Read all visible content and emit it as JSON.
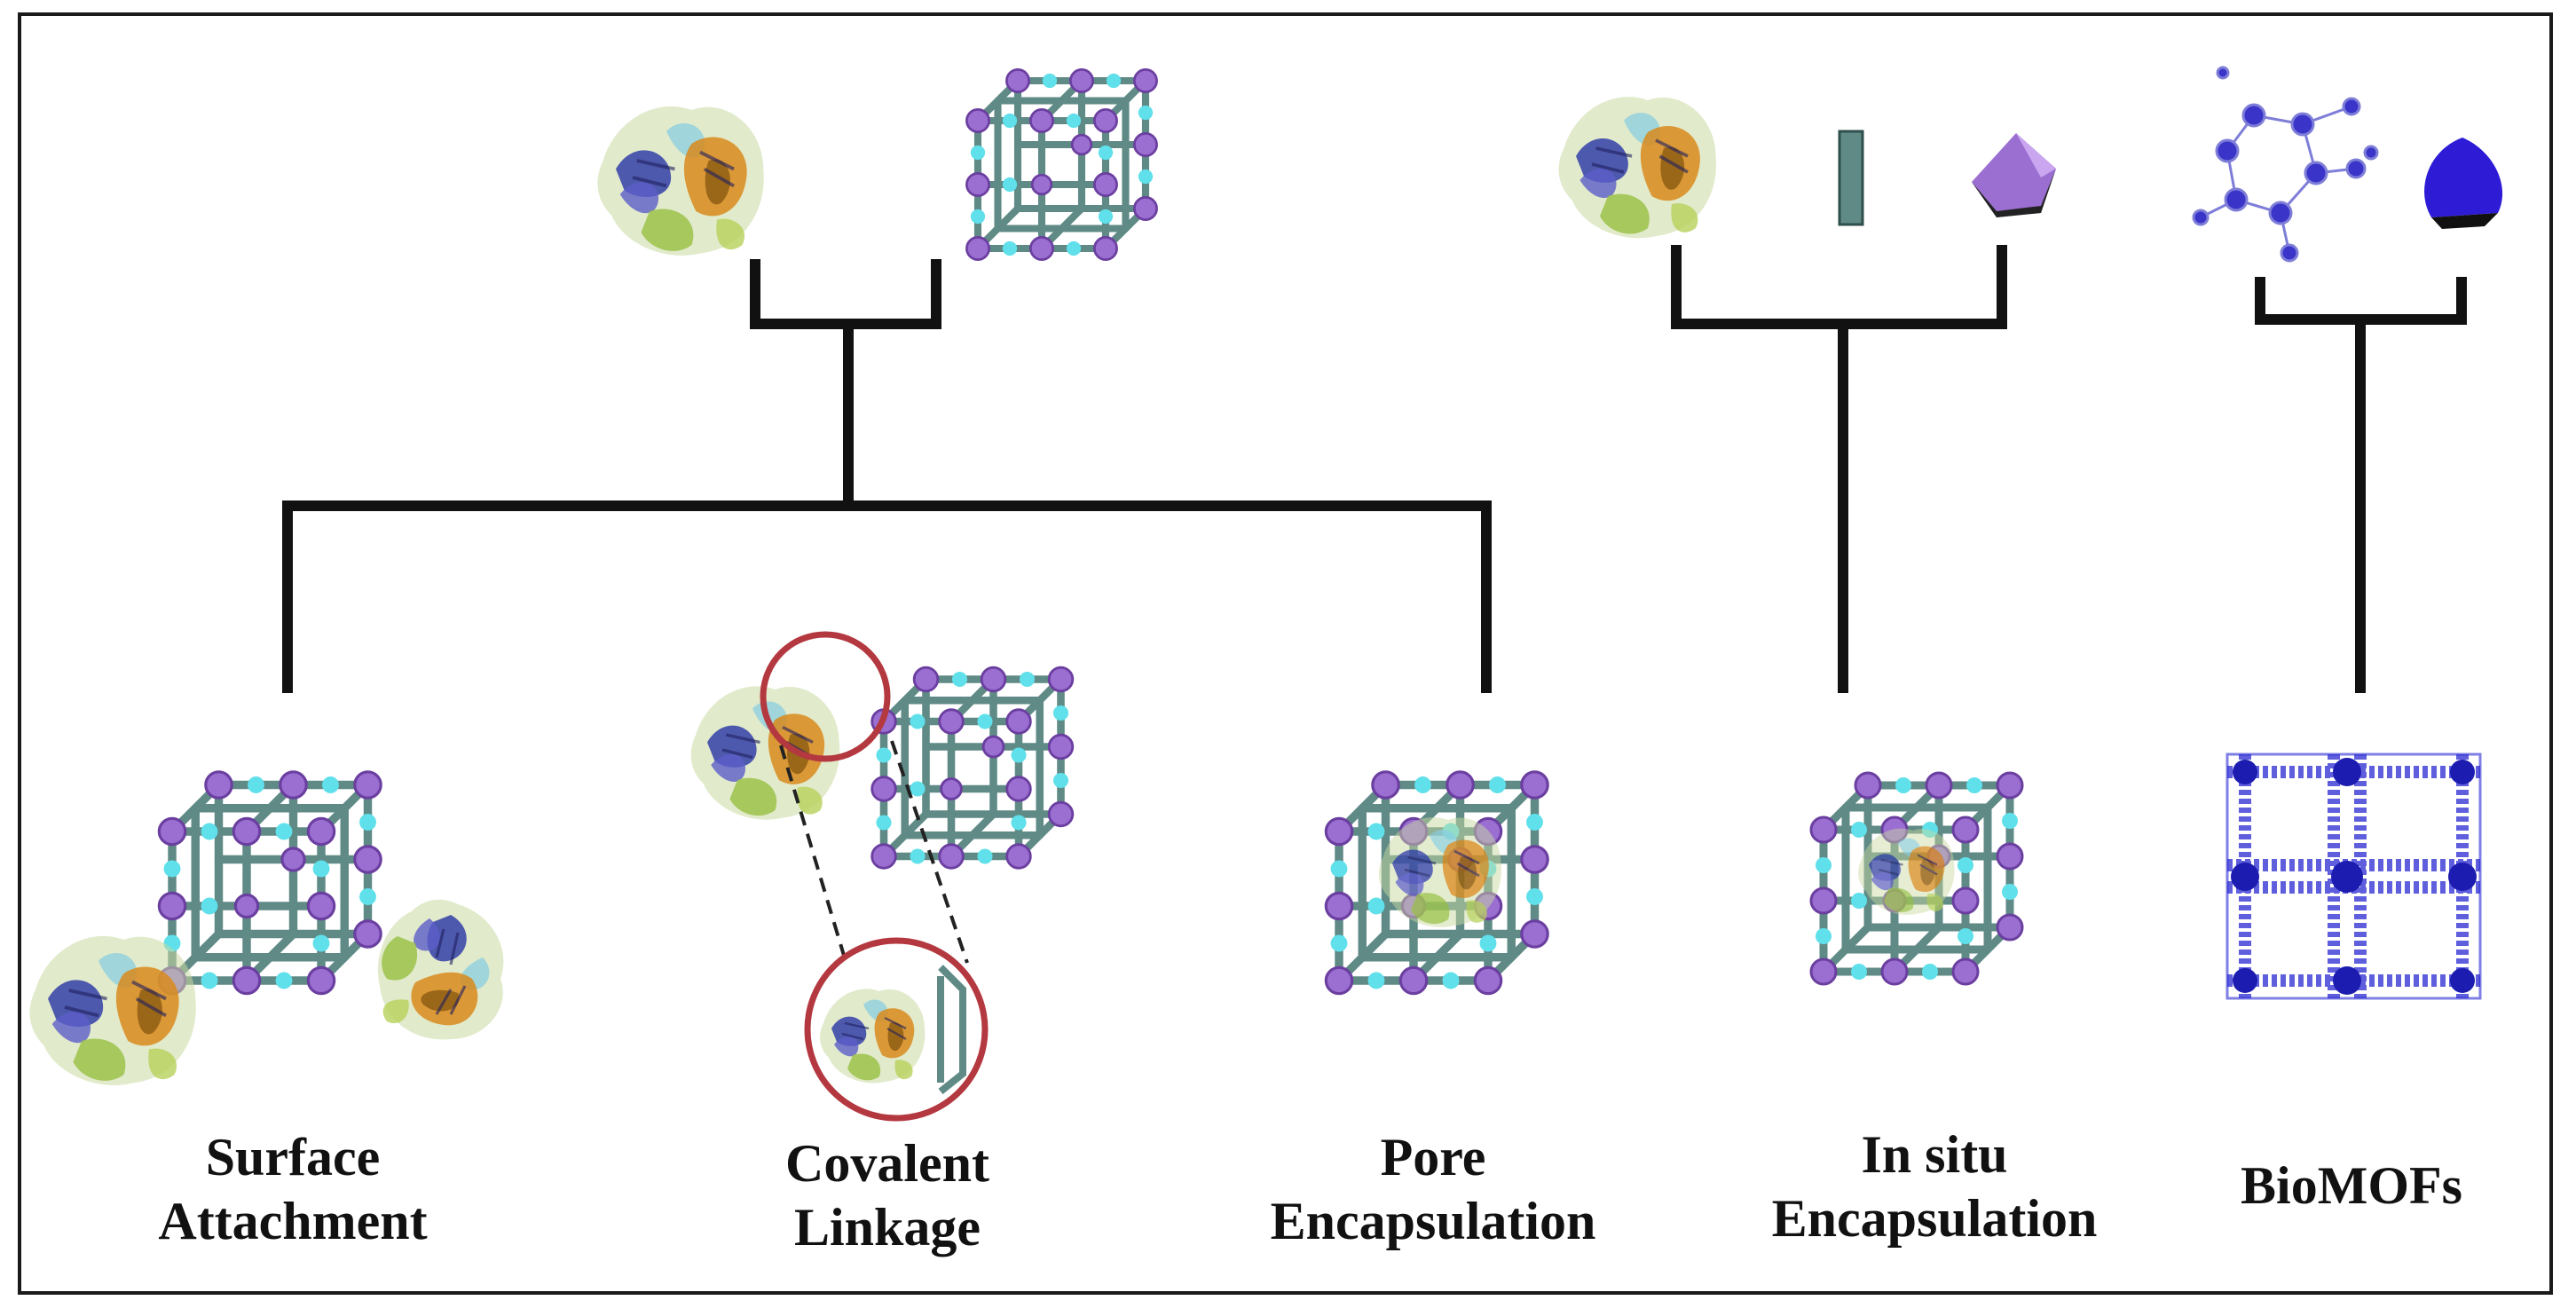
{
  "labels": {
    "surface_attachment": [
      "Surface",
      "Attachment"
    ],
    "covalent_linkage": [
      "Covalent",
      "Linkage"
    ],
    "pore_encapsulation": [
      "Pore",
      "Encapsulation"
    ],
    "in_situ_encapsulation": [
      "In situ",
      "Encapsulation"
    ],
    "biomofs": [
      "BioMOFs"
    ]
  },
  "colors": {
    "line": "#111111",
    "framework_strut": "#5f8a86",
    "metal_node": "#9b6fd1",
    "linker_node": "#5fe0ea",
    "protein_blue": "#3340a8",
    "protein_orange": "#d98a1c",
    "protein_green": "#9bc24a",
    "circle_red": "#b4383f",
    "biomof_blue": "#2a2ad4"
  },
  "icons": [
    "enzyme-icon",
    "mof-cube-icon",
    "linker-rod-icon",
    "metal-cluster-icon",
    "biomolecule-icon",
    "biomof-lattice-icon"
  ]
}
